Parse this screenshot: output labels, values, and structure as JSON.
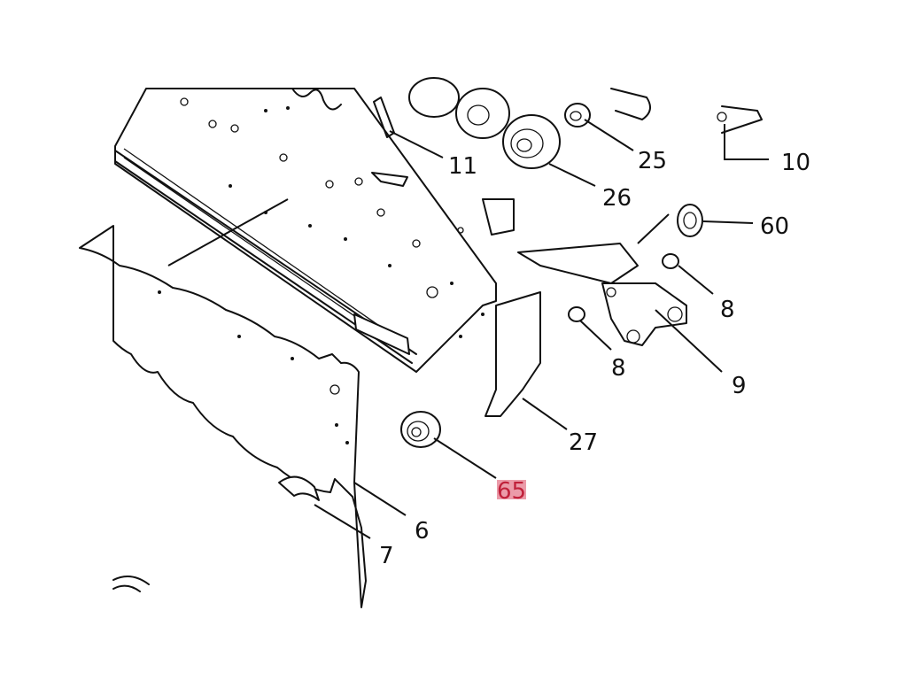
{
  "diagram": {
    "callouts": [
      {
        "id": "11",
        "text": "11",
        "highlighted": false
      },
      {
        "id": "25",
        "text": "25",
        "highlighted": false
      },
      {
        "id": "10",
        "text": "10",
        "highlighted": false
      },
      {
        "id": "26",
        "text": "26",
        "highlighted": false
      },
      {
        "id": "60",
        "text": "60",
        "highlighted": false
      },
      {
        "id": "8a",
        "text": "8",
        "highlighted": false
      },
      {
        "id": "8b",
        "text": "8",
        "highlighted": false
      },
      {
        "id": "9",
        "text": "9",
        "highlighted": false
      },
      {
        "id": "27",
        "text": "27",
        "highlighted": false
      },
      {
        "id": "65",
        "text": "65",
        "highlighted": true
      },
      {
        "id": "6",
        "text": "6",
        "highlighted": false
      },
      {
        "id": "7",
        "text": "7",
        "highlighted": false
      }
    ],
    "colors": {
      "ink": "#111111",
      "background": "#ffffff",
      "highlight_fill": "#e88a9a",
      "highlight_text": "#c0203a"
    }
  }
}
